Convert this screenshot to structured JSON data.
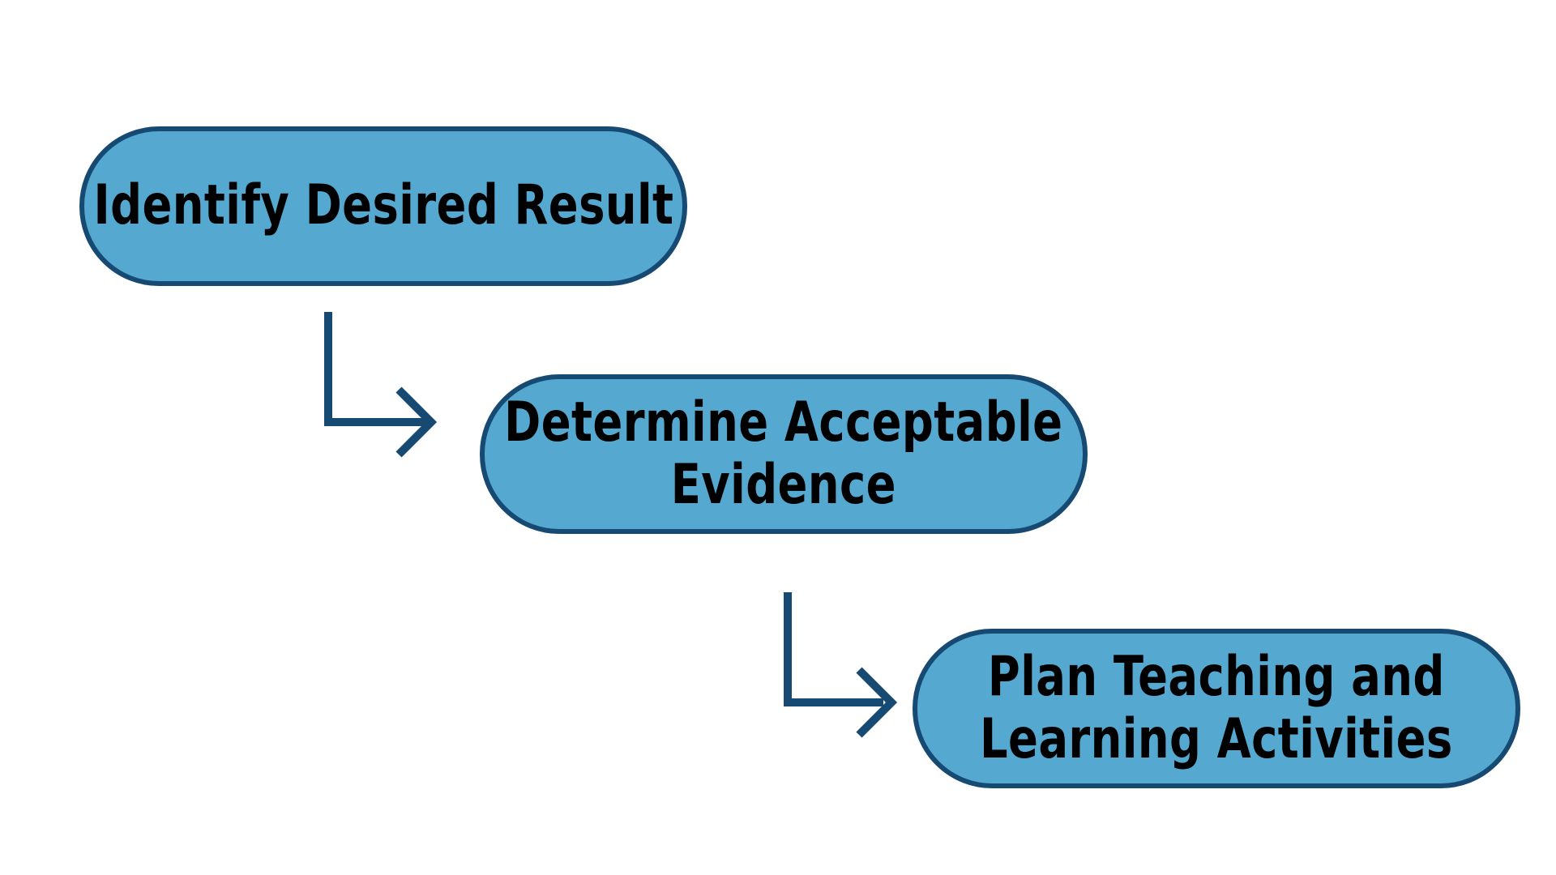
{
  "colors": {
    "node_fill": "#55a9d0",
    "node_border": "#174a73",
    "arrow": "#174a73",
    "text": "#000000"
  },
  "steps": [
    {
      "lines": [
        "Identify Desired Result"
      ]
    },
    {
      "lines": [
        "Determine Acceptable",
        "Evidence"
      ]
    },
    {
      "lines": [
        "Plan Teaching and",
        "Learning Activities"
      ]
    }
  ],
  "connectors": [
    {
      "from": "step-1",
      "to": "step-2"
    },
    {
      "from": "step-2",
      "to": "step-3"
    }
  ]
}
